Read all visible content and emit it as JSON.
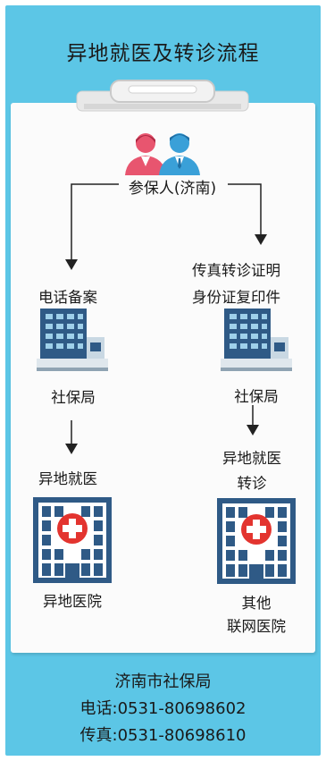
{
  "title": "异地就医及转诊流程",
  "top_node": "参保人(济南)",
  "left": {
    "step1": "电话备案",
    "office": "社保局",
    "step2": "异地就医",
    "hospital": "异地医院"
  },
  "right": {
    "step1_line1": "传真转诊证明",
    "step1_line2": "身份证复印件",
    "office": "社保局",
    "step2_line1": "异地就医",
    "step2_line2": "转诊",
    "hospital_line1": "其他",
    "hospital_line2": "联网医院"
  },
  "footer": {
    "org": "济南市社保局",
    "phone": "电话:0531-80698602",
    "fax": "传真:0531-80698610"
  },
  "colors": {
    "frame": "#5cc6e6",
    "board": "#fbfbfb",
    "building": "#2f5a86",
    "cross": "#e3342f",
    "female_icon": "#e8556f",
    "male_icon": "#3aa0d8"
  }
}
